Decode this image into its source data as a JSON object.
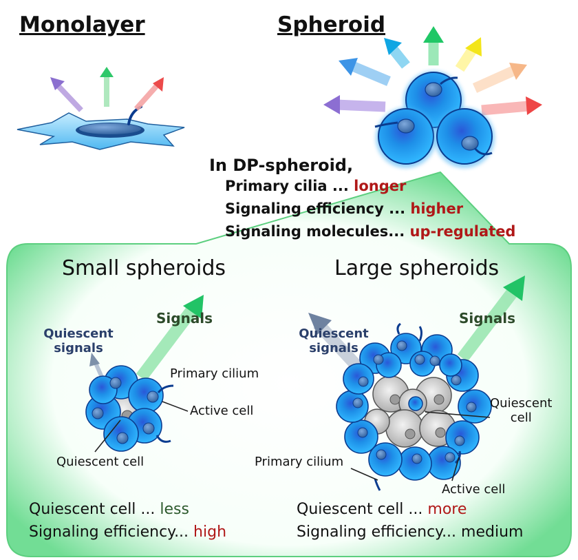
{
  "top": {
    "monolayer_title": "Monolayer",
    "spheroid_title": "Spheroid"
  },
  "summary": {
    "heading": "In DP-spheroid,",
    "lines": [
      {
        "label": "Primary cilia ... ",
        "value": "longer"
      },
      {
        "label": "Signaling efficiency ... ",
        "value": "higher"
      },
      {
        "label": "Signaling molecules... ",
        "value": "up-regulated"
      }
    ]
  },
  "small": {
    "title": "Small spheroids",
    "signals": "Signals",
    "quiescent_signals": [
      "Quiescent",
      "signals"
    ],
    "primary_cilium": "Primary cilium",
    "active_cell": "Active cell",
    "quiescent_cell": "Quiescent cell",
    "footer": [
      {
        "label": "Quiescent cell  ... ",
        "value": "less"
      },
      {
        "label": "Signaling efficiency... ",
        "value": "high"
      }
    ]
  },
  "large": {
    "title": "Large spheroids",
    "signals": "Signals",
    "quiescent_signals": [
      "Quiescent",
      "signals"
    ],
    "quiescent_cell": [
      "Quiescent",
      "cell"
    ],
    "primary_cilium": "Primary cilium",
    "active_cell": "Active cell",
    "footer": [
      {
        "label": "Quiescent cell  ... ",
        "value": "more"
      },
      {
        "label": "Signaling efficiency... ",
        "value": "medium"
      }
    ]
  },
  "colors": {
    "cell_blue": "#1e8fe8",
    "cell_dark": "#0b3c8f",
    "quiescent_grey": "#c4c4c4",
    "panel_green": "#5fd884",
    "highlight_red": "#b01818"
  }
}
